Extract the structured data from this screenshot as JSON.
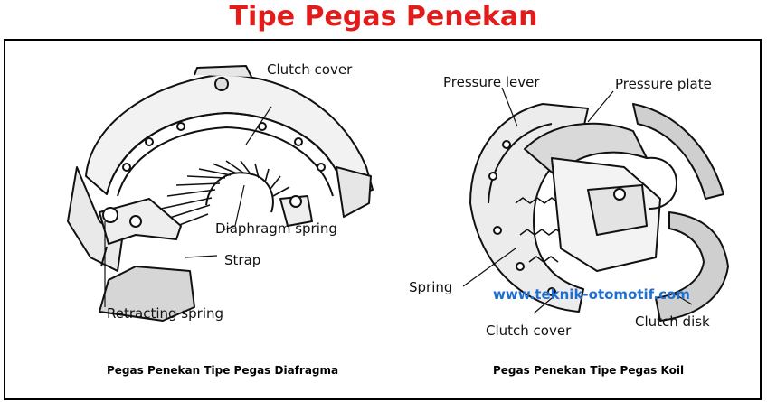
{
  "title": "Tipe Pegas Penekan",
  "colors": {
    "title": "#e21b1b",
    "watermark": "#1f6fd1",
    "ink": "#111111"
  },
  "left_diagram": {
    "labels": {
      "clutch_cover": "Clutch cover",
      "diaphragm_spring": "Diaphragm spring",
      "strap": "Strap",
      "retracting_spring": "Retracting spring"
    },
    "caption": "Pegas Penekan Tipe Pegas Diafragma"
  },
  "right_diagram": {
    "labels": {
      "pressure_lever": "Pressure lever",
      "pressure_plate": "Pressure plate",
      "spring": "Spring",
      "clutch_cover": "Clutch cover",
      "clutch_disk": "Clutch disk"
    },
    "caption": "Pegas Penekan Tipe Pegas Koil",
    "watermark": "www.teknik-otomotif.com"
  }
}
